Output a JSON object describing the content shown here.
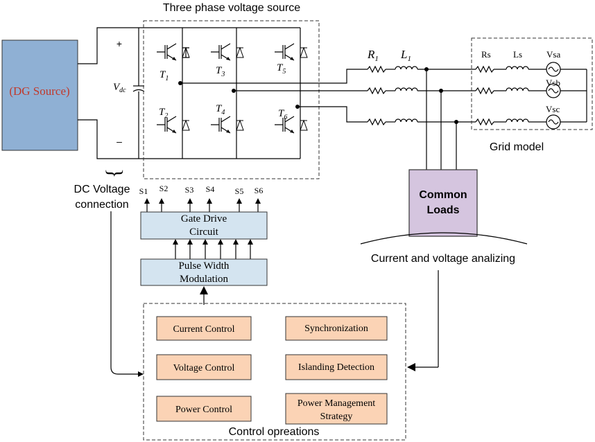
{
  "labels": {
    "title_inverter": "Three phase  voltage source",
    "dg_source": "(DG Source)",
    "plus": "+",
    "minus": "–",
    "vdc": "V",
    "vdc_sub": "dc",
    "dc_connection_line1": "DC Voltage",
    "dc_connection_line2": "connection",
    "grid_model": "Grid model",
    "common_loads_line1": "Common",
    "common_loads_line2": "Loads",
    "current_voltage": "Current and voltage analizing",
    "control_operations": "Control opreations",
    "r1": "R",
    "r1_sub": "1",
    "l1": "L",
    "l1_sub": "1",
    "rs": "Rs",
    "ls": "Ls",
    "vsa": "Vsa",
    "vsb": "Vsb",
    "vsc": "Vsc"
  },
  "switches": [
    {
      "name": "T",
      "sub": "1"
    },
    {
      "name": "T",
      "sub": "3"
    },
    {
      "name": "T",
      "sub": "5"
    },
    {
      "name": "T",
      "sub": "2"
    },
    {
      "name": "T",
      "sub": "4"
    },
    {
      "name": "T",
      "sub": "6"
    }
  ],
  "signals": [
    "S1",
    "S2",
    "S3",
    "S4",
    "S5",
    "S6"
  ],
  "gate_drive": {
    "line1": "Gate Drive",
    "line2": "Circuit"
  },
  "pwm": {
    "line1": "Pulse Width",
    "line2": "Modulation"
  },
  "control_blocks": {
    "current": "Current Control",
    "voltage": "Voltage Control",
    "power": "Power Control",
    "sync": "Synchronization",
    "islanding": "Islanding Detection",
    "pms_line1": "Power Management",
    "pms_line2": "Strategy"
  },
  "colors": {
    "dg_fill": "#8fb0d4",
    "dg_text": "#c0392b",
    "block_fill": "#d4e4f0",
    "control_fill": "#fbd3b5",
    "load_fill": "#d5c5df"
  }
}
